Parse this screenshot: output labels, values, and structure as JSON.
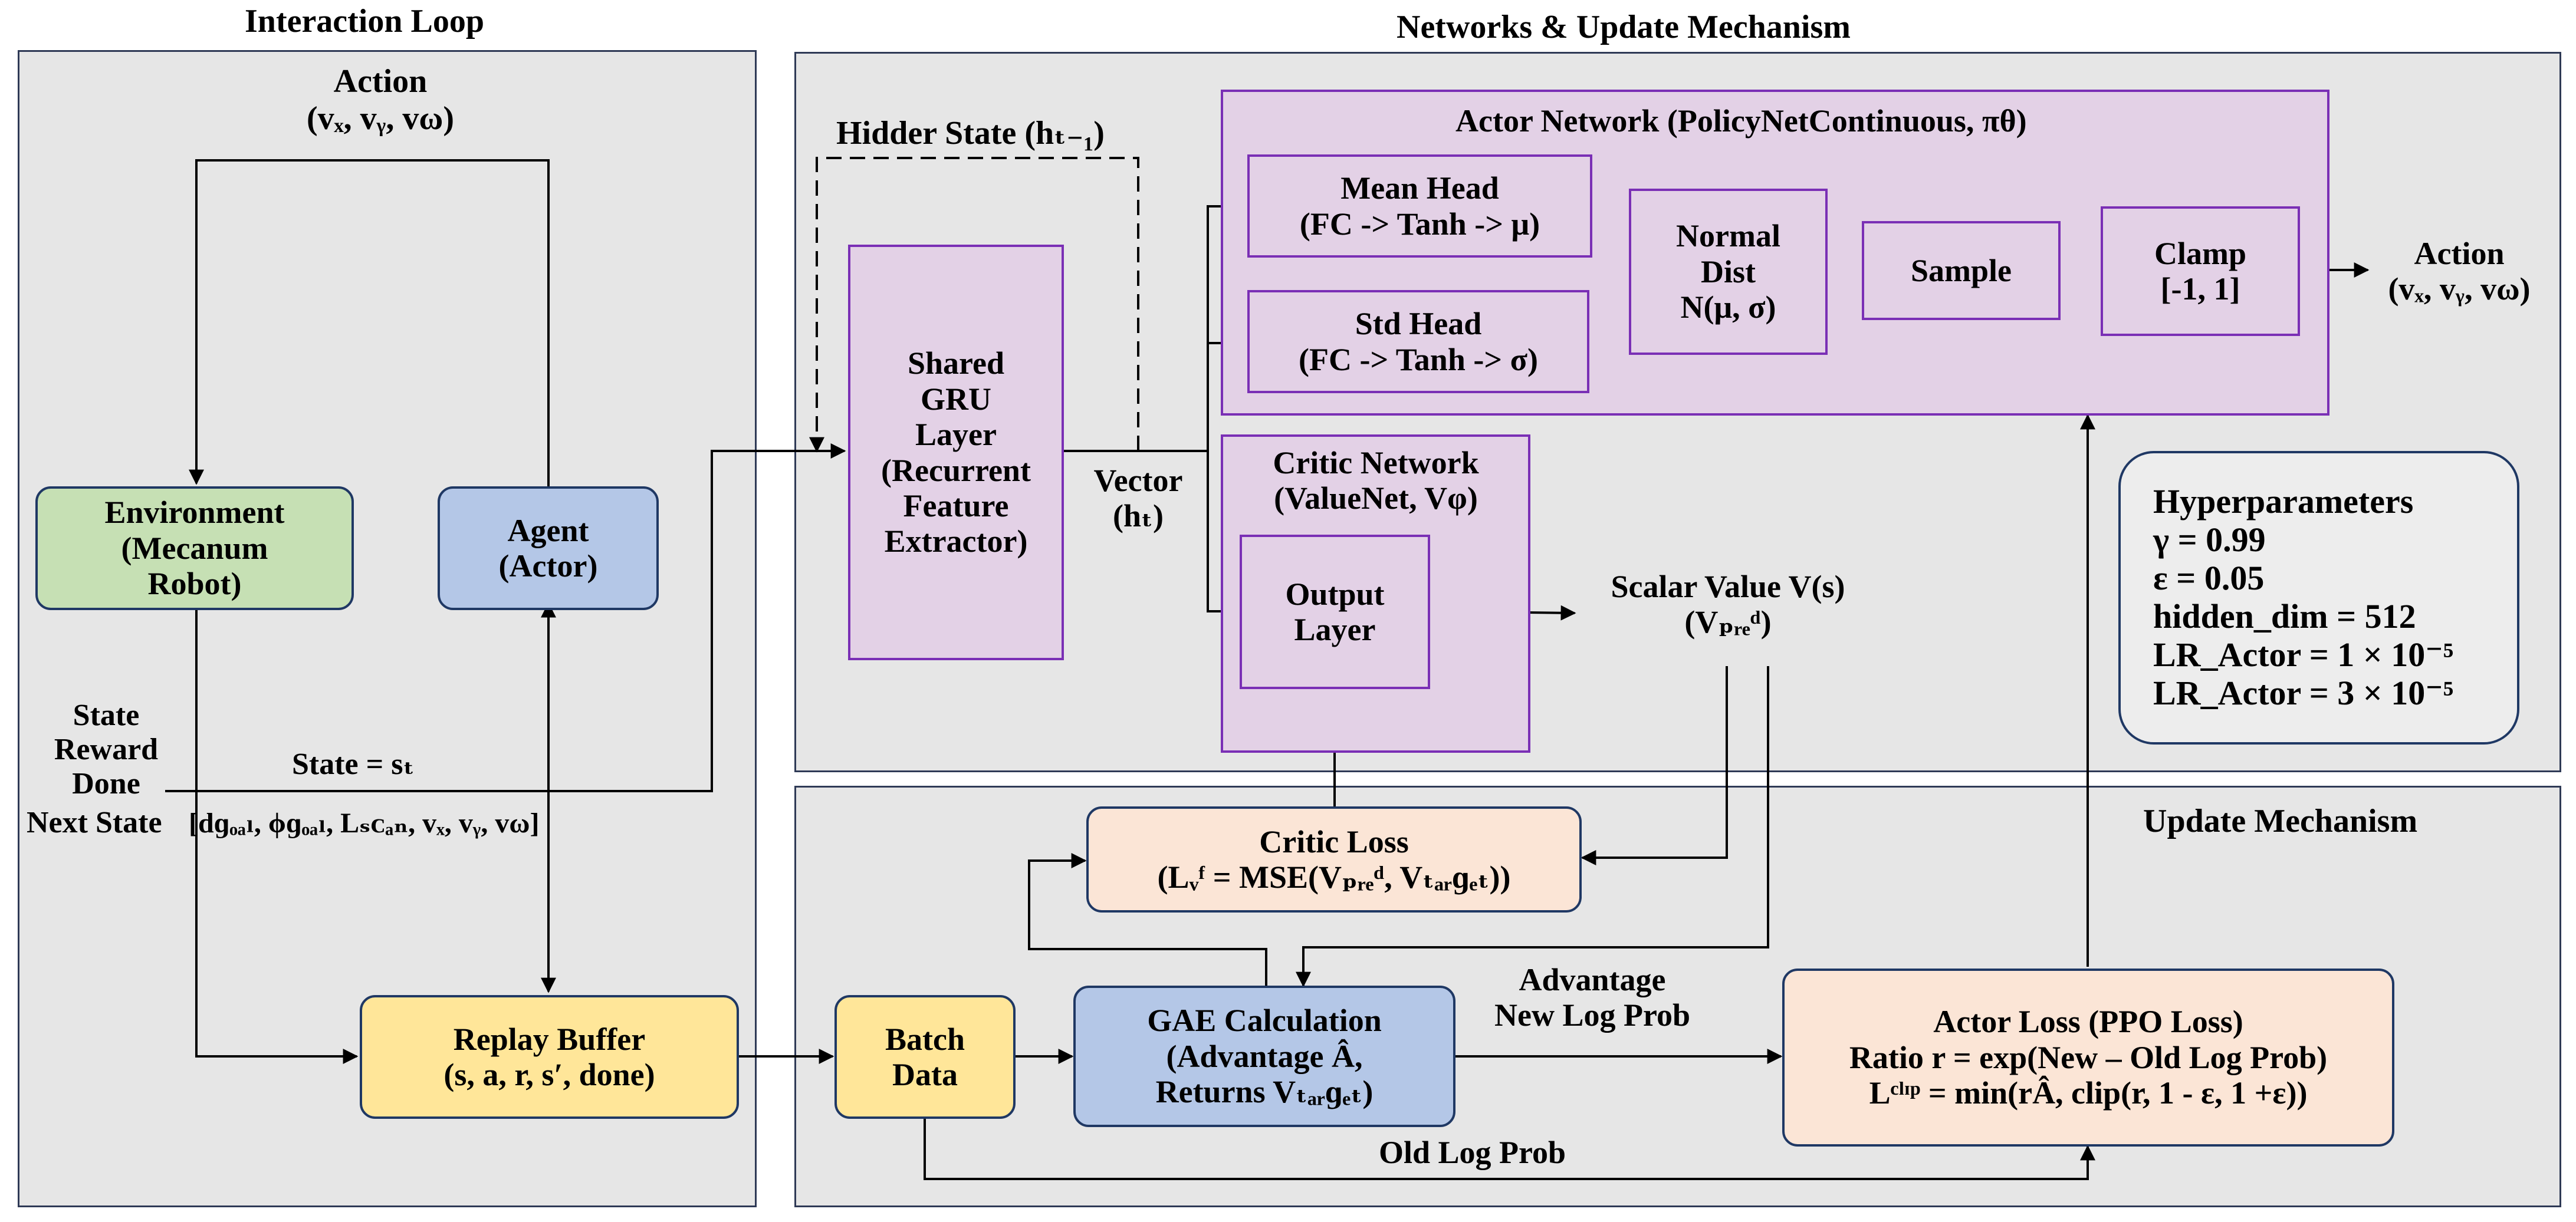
{
  "sections": {
    "interaction_loop": "Interaction Loop",
    "networks_update": "Networks & Update Mechanism",
    "update_mechanism": "Update Mechanism"
  },
  "labels": {
    "action_top": [
      "Action",
      "(vₓ, vᵧ, vω)"
    ],
    "hidden_state": "Hidder State (hₜ₋₁)",
    "vector": [
      "Vector",
      "(hₜ)"
    ],
    "action_right": [
      "Action",
      "(vₓ, vᵧ, vω)"
    ],
    "scalar_value": [
      "Scalar Value V(s)",
      "(Vₚᵣₑᵈ)"
    ],
    "state_reward": [
      "State",
      "Reward",
      "Done",
      "Next State"
    ],
    "state_eq": "State = sₜ",
    "state_vector": "[dɡₒₐₗ, ϕɡₒₐₗ, Lₛᴄₐₙ, vₓ, vᵧ, vω]",
    "advantage": [
      "Advantage",
      "New Log Prob"
    ],
    "old_log_prob": "Old Log Prob"
  },
  "boxes": {
    "environment": [
      "Environment",
      "(Mecanum",
      "Robot)"
    ],
    "agent": [
      "Agent",
      "(Actor)"
    ],
    "replay_buffer": [
      "Replay Buffer",
      "(s, a, r, s′, done)"
    ],
    "shared_gru": [
      "Shared",
      "GRU",
      "Layer",
      "(Recurrent",
      "Feature",
      "Extractor)"
    ],
    "actor_network_title": "Actor Network (PolicyNetContinuous, πθ)",
    "mean_head": [
      "Mean Head",
      "(FC -> Tanh -> μ)"
    ],
    "std_head": [
      "Std Head",
      "(FC -> Tanh -> σ)"
    ],
    "normal_dist": [
      "Normal",
      "Dist",
      "N(μ, σ)"
    ],
    "sample": "Sample",
    "clamp": [
      "Clamp",
      "[-1, 1]"
    ],
    "critic_network_title": [
      "Critic Network",
      "(ValueNet, Vφ)"
    ],
    "output_layer": [
      "Output",
      "Layer"
    ],
    "critic_loss": [
      "Critic Loss",
      "(Lᵥᶠ = MSE(Vₚᵣₑᵈ, Vₜₐᵣɡₑₜ))"
    ],
    "batch_data": [
      "Batch",
      "Data"
    ],
    "gae": [
      "GAE Calculation",
      "(Advantage Â,",
      "Returns Vₜₐᵣɡₑₜ)"
    ],
    "actor_loss": [
      "Actor Loss (PPO Loss)",
      "Ratio r = exp(New – Old Log Prob)",
      "Lᶜˡᶦᵖ = min(rÂ, clip(r, 1 - ε, 1 +ε))"
    ],
    "hyperparameters": [
      "Hyperparameters",
      "γ = 0.99",
      "ε = 0.05",
      "hidden_dim = 512",
      "LR_Actor = 1 × 10⁻⁵",
      "LR_Actor = 3 × 10⁻⁵"
    ]
  },
  "colors": {
    "panel_bg": "#e6e6e6",
    "purple_fill": "#e3d1e6",
    "purple_border": "#7a2fb5",
    "green_fill": "#c6e0b4",
    "blue_fill": "#b4c7e7",
    "yellow_fill": "#ffe699",
    "peach_fill": "#fbe5d6",
    "dark_border": "#1f3864"
  }
}
